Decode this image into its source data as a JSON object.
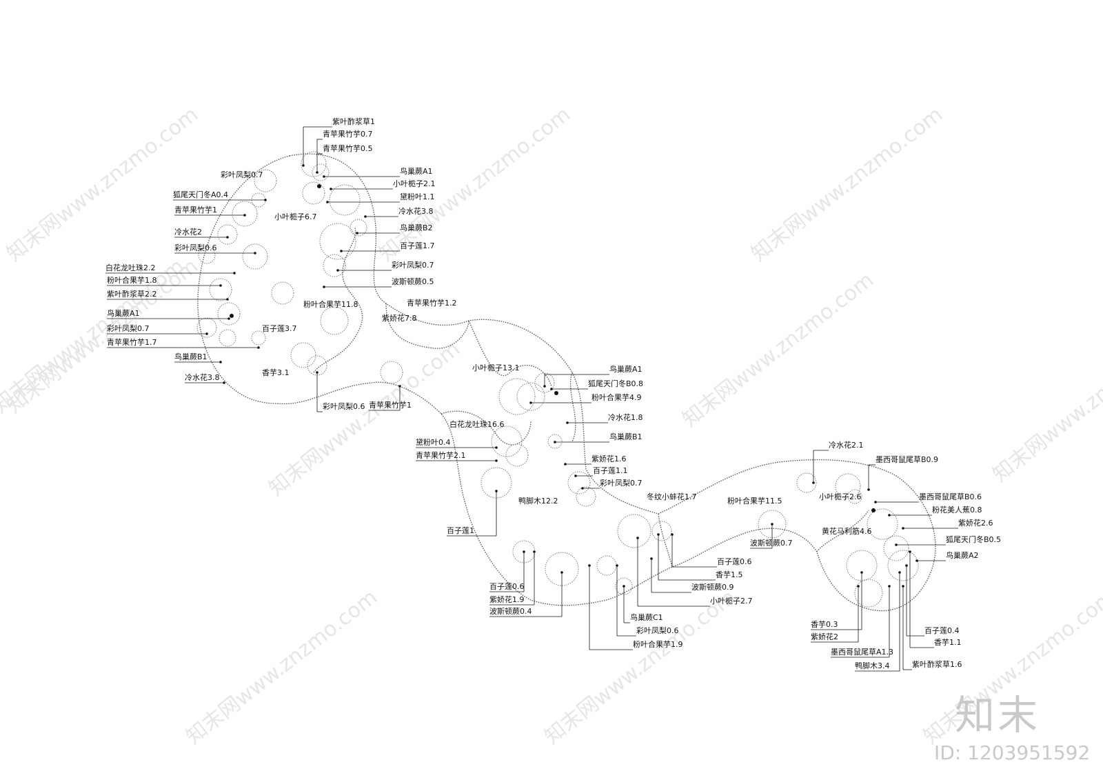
{
  "watermark": "知末网www.znzmo.com",
  "brand": {
    "logo_text": "知末",
    "id_text": "ID: 1203951592"
  },
  "regions": [
    {
      "text": "小叶栀子6.7"
    },
    {
      "text": "粉叶合果芋11.8"
    },
    {
      "text": "百子莲3.7"
    },
    {
      "text": "香芋3.1"
    },
    {
      "text": "紫娇花7.8"
    },
    {
      "text": "小叶栀子13.1"
    },
    {
      "text": "白花龙吐珠16.6"
    },
    {
      "text": "鸭脚木12.2"
    },
    {
      "text": "冬纹小蚌花1.7"
    },
    {
      "text": "粉叶合果芋11.5"
    },
    {
      "text": "小叶栀子2.6"
    },
    {
      "text": "黄花马利筋4.6"
    }
  ],
  "callouts": [
    {
      "text": "紫叶酢浆草1"
    },
    {
      "text": "青苹果竹芋0.7"
    },
    {
      "text": "青苹果竹芋0.5"
    },
    {
      "text": "彩叶凤梨0.7"
    },
    {
      "text": "狐尾天门冬A0.4"
    },
    {
      "text": "青苹果竹芋1"
    },
    {
      "text": "冷水花2"
    },
    {
      "text": "彩叶凤梨0.6"
    },
    {
      "text": "白花龙吐珠2.2"
    },
    {
      "text": "粉叶合果芋1.8"
    },
    {
      "text": "紫叶酢浆草2.2"
    },
    {
      "text": "鸟巢蕨A1"
    },
    {
      "text": "彩叶凤梨0.7"
    },
    {
      "text": "青苹果竹芋1.7"
    },
    {
      "text": "鸟巢蕨B1"
    },
    {
      "text": "冷水花3.8"
    },
    {
      "text": "鸟巢蕨A1"
    },
    {
      "text": "小叶栀子2.1"
    },
    {
      "text": "黛粉叶1.1"
    },
    {
      "text": "冷水花3.8"
    },
    {
      "text": "鸟巢蕨B2"
    },
    {
      "text": "百子莲1.7"
    },
    {
      "text": "彩叶凤梨0.7"
    },
    {
      "text": "波斯顿蕨0.5"
    },
    {
      "text": "青苹果竹芋1.2"
    },
    {
      "text": "彩叶凤梨0.6"
    },
    {
      "text": "青苹果竹芋1"
    },
    {
      "text": "鸟巢蕨A1"
    },
    {
      "text": "狐尾天门冬B0.8"
    },
    {
      "text": "粉叶合果芋4.9"
    },
    {
      "text": "冷水花1.8"
    },
    {
      "text": "鸟巢蕨B1"
    },
    {
      "text": "黛粉叶0.4"
    },
    {
      "text": "青苹果竹芋2.1"
    },
    {
      "text": "紫娇花1.6"
    },
    {
      "text": "百子莲1.1"
    },
    {
      "text": "彩叶凤梨0.7"
    },
    {
      "text": "百子莲1"
    },
    {
      "text": "百子莲0.6"
    },
    {
      "text": "紫娇花1.9"
    },
    {
      "text": "波斯顿蕨0.4"
    },
    {
      "text": "鸟巢蕨C1"
    },
    {
      "text": "彩叶凤梨0.6"
    },
    {
      "text": "粉叶合果芋1.9"
    },
    {
      "text": "百子莲0.6"
    },
    {
      "text": "香芋1.5"
    },
    {
      "text": "波斯顿蕨0.9"
    },
    {
      "text": "小叶栀子2.7"
    },
    {
      "text": "波斯顿蕨0.7"
    },
    {
      "text": "冷水花2.1"
    },
    {
      "text": "墨西哥鼠尾草B0.9"
    },
    {
      "text": "墨西哥鼠尾草B0.6"
    },
    {
      "text": "粉花美人蕉0.8"
    },
    {
      "text": "紫娇花2.6"
    },
    {
      "text": "狐尾天门冬B0.5"
    },
    {
      "text": "鸟巢蕨A2"
    },
    {
      "text": "香芋0.3"
    },
    {
      "text": "紫娇花2"
    },
    {
      "text": "墨西哥鼠尾草A1.3"
    },
    {
      "text": "鸭脚木3.4"
    },
    {
      "text": "百子莲0.4"
    },
    {
      "text": "香芋1.1"
    },
    {
      "text": "紫叶酢浆草1.6"
    }
  ]
}
